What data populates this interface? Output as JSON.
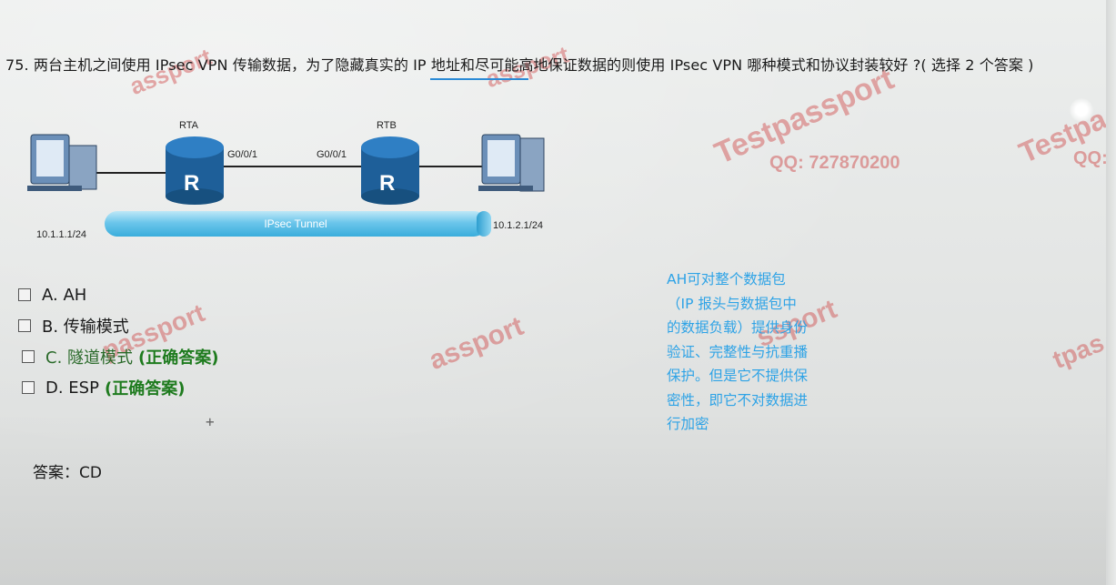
{
  "question": {
    "text": "75. 两台主机之间使用 IPsec VPN 传输数据，为了隐藏真实的 IP 地址和尽可能高地保证数据的则使用 IPsec VPN 哪种模式和协议封装较好 ?( 选择 2 个答案 )"
  },
  "diagram": {
    "router_a": "RTA",
    "router_b": "RTB",
    "router_glyph": "R",
    "port_a": "G0/0/1",
    "port_b": "G0/0/1",
    "host_left_ip": "10.1.1.1/24",
    "host_right_ip": "10.1.2.1/24",
    "tunnel_label": "IPsec Tunnel"
  },
  "options": [
    {
      "label": "A. AH",
      "note": ""
    },
    {
      "label": "B. 传输模式",
      "note": ""
    },
    {
      "label": "C. 隧道模式",
      "note": "(正确答案)"
    },
    {
      "label": "D. ESP",
      "note": "(正确答案)"
    }
  ],
  "explanation": "AH可对整个数据包\n（IP 报头与数据包中\n的数据负载）提供身份\n验证、完整性与抗重播\n保护。但是它不提供保\n密性，即它不对数据进\n行加密",
  "answer": "答案：CD",
  "watermarks": {
    "brand": "Testpassport",
    "fragments": [
      "assport",
      "assport",
      "passport",
      "assport",
      "ssport",
      "Testpa",
      "tpas"
    ],
    "qq": "QQ: 727870200",
    "qq_partial": "QQ:"
  },
  "colors": {
    "explanation": "#2ea3e6",
    "correct_note": "#1e7b1e",
    "watermark": "#cd3c3c",
    "tunnel": "#3aaddc"
  }
}
